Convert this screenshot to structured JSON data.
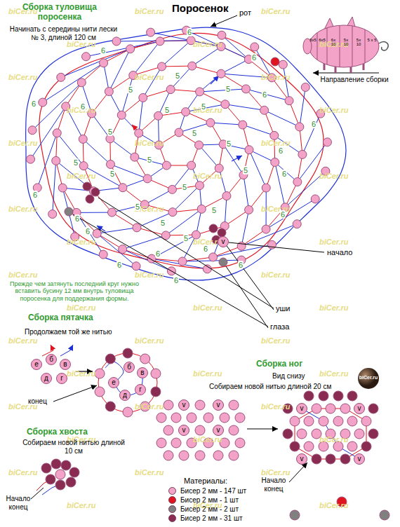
{
  "diagram": {
    "title": "Поросенок",
    "nodes": [
      {
        "text": [
          "б"
        ]
      },
      {
        "text": [
          "в"
        ]
      },
      {
        "text": [
          "е"
        ]
      },
      {
        "text": [
          "д"
        ]
      },
      {
        "text": [
          "г"
        ]
      },
      {
        "text": [
          "б"
        ]
      },
      {
        "text": [
          "в"
        ]
      },
      {
        "text": [
          "е"
        ]
      },
      {
        "text": [
          "д"
        ]
      },
      {
        "text": [
          "г"
        ]
      },
      {
        "text": [
          "v"
        ]
      },
      {
        "text": [
          "v"
        ]
      },
      {
        "text": [
          "v"
        ]
      },
      {
        "text": [
          "v"
        ]
      },
      {
        "text": [
          "v"
        ]
      },
      {
        "text": [
          "v"
        ]
      },
      {
        "text": [
          "v"
        ]
      },
      {
        "text": [
          "v"
        ]
      },
      {
        "text": [
          "v"
        ]
      }
    ],
    "labels": [
      "Сборка туловища поросенка",
      "Начинать с середины нити лески № 3, длиной 120 см",
      "рот",
      "Направление сборки",
      "начало",
      "уши",
      "глаза",
      "Прежде чем затянуть последний круг нужно вставить бусину 12 мм внутрь туловища поросенка для поддержания формы.",
      "Сборка пятачка",
      "Продолжаем той же нитью",
      "конец",
      "Сборка хвоста",
      "Собираем новой нитью длиной 10 см",
      "Начало конец",
      "Сборка ног",
      "Вид снизу",
      "Собираем новой нитью длиной 20 см",
      "Начало конец",
      "Материалы:",
      "biCer.ru",
      "6",
      "6",
      "6",
      "5",
      "5",
      "5",
      "6",
      "6",
      "6",
      "5",
      "5",
      "6",
      "6",
      "5",
      "5",
      "5",
      "5",
      "5",
      "6",
      "5",
      "5",
      "5",
      "5",
      "5",
      "6",
      "6",
      "5",
      "6",
      "5",
      "6",
      "6",
      "6",
      "6",
      "6",
      "6",
      "5x5",
      "6x5",
      "6x 10",
      "5x 10",
      "5x 10",
      "5 x 5",
      "biCer.ru",
      "biCer.ru",
      "biCer.ru",
      "biCer.ru",
      "biCer.ru",
      "biCer.ru",
      "biCer.ru",
      "biCer.ru",
      "biCer.ru",
      "biCer.ru",
      "biCer.ru",
      "biCer.ru",
      "biCer.ru",
      "biCer.ru",
      "biCer.ru",
      "biCer.ru",
      "biCer.ru",
      "biCer.ru",
      "biCer.ru",
      "biCer.ru",
      "biCer.ru",
      "biCer.ru",
      "biCer.ru",
      "biCer.ru",
      "biCer.ru",
      "biCer.ru",
      "biCer.ru",
      "biCer.ru",
      "biCer.ru",
      "biCer.ru",
      "biCer.ru",
      "biCer.ru",
      "biCer.ru",
      "biCer.ru",
      "biCer.ru",
      "biCer.ru",
      "biCer.ru",
      "biCer.ru",
      "biCer.ru",
      "biCer.ru",
      "biCer.ru",
      "biCer.ru",
      "biCer.ru",
      "biCer.ru",
      "biCer.ru",
      "biCer.ru",
      "biCer.ru",
      "biCer.ru"
    ],
    "legend": [
      {
        "text": "Бисер 2 мм - 147 шт",
        "color": "#f4a3c8"
      },
      {
        "text": "Бисер 2 мм - 1 шт",
        "color": "#e0141e"
      },
      {
        "text": "Бисер 2 мм - 2 шт",
        "color": "#808080"
      },
      {
        "text": "Бисер 2 мм - 31 шт",
        "color": "#8a2b52"
      }
    ]
  }
}
